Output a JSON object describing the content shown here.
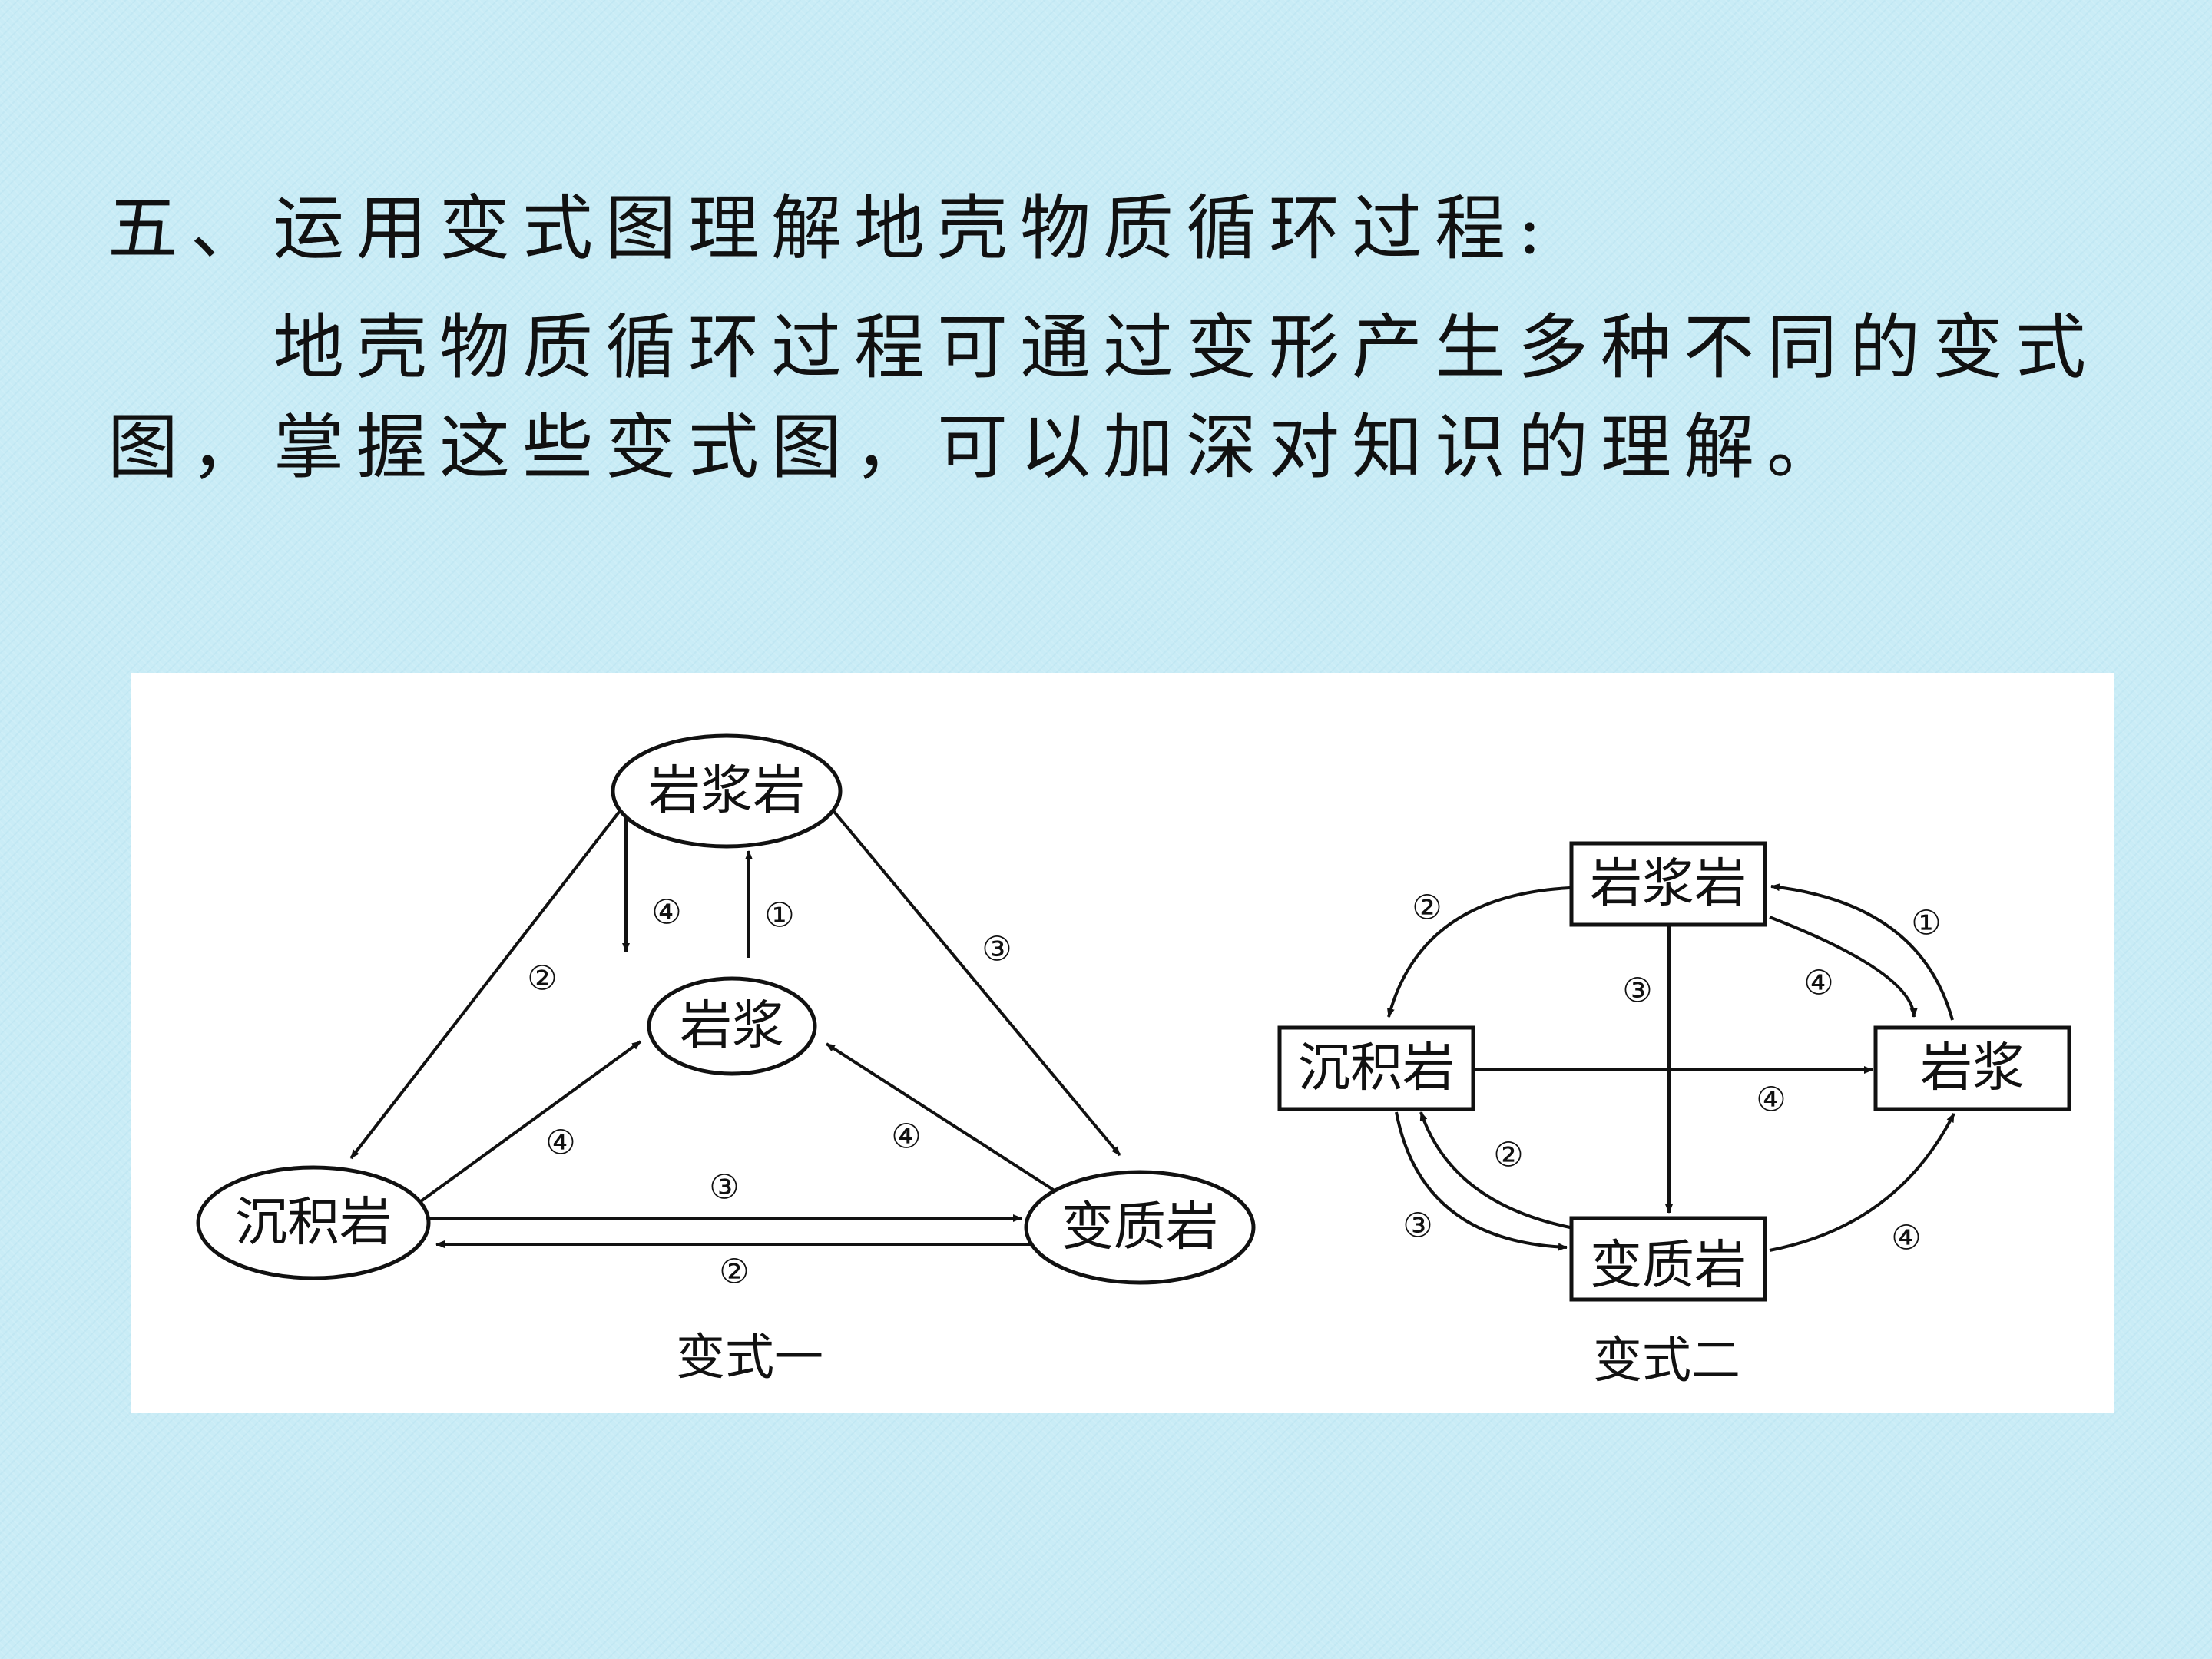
{
  "heading": "五、运用变式图理解地壳物质循环过程:",
  "paragraph": "地壳物质循环过程可通过变形产生多种不同的变式图，掌握这些变式图，可以加深对知识的理解。",
  "diagram": {
    "variant1": {
      "caption": "变式一",
      "nodes": {
        "igneous": "岩浆岩",
        "magma": "岩浆",
        "sedimentary": "沉积岩",
        "metamorphic": "变质岩"
      },
      "labels": {
        "igneous_to_magma": "④",
        "magma_to_igneous": "①",
        "igneous_to_sedimentary": "②",
        "igneous_to_metamorphic": "③",
        "sedimentary_to_magma": "④",
        "metamorphic_to_magma": "④",
        "sedimentary_to_metamorphic": "③",
        "metamorphic_to_sedimentary": "②"
      }
    },
    "variant2": {
      "caption": "变式二",
      "nodes": {
        "igneous": "岩浆岩",
        "magma": "岩浆",
        "sedimentary": "沉积岩",
        "metamorphic": "变质岩"
      },
      "labels": {
        "igneous_to_sedimentary": "②",
        "magma_to_igneous": "①",
        "igneous_to_magma": "④",
        "igneous_to_metamorphic": "③",
        "sedimentary_to_magma": "④",
        "metamorphic_to_sedimentary": "②",
        "sedimentary_to_metamorphic": "③",
        "metamorphic_to_magma": "④"
      }
    }
  }
}
